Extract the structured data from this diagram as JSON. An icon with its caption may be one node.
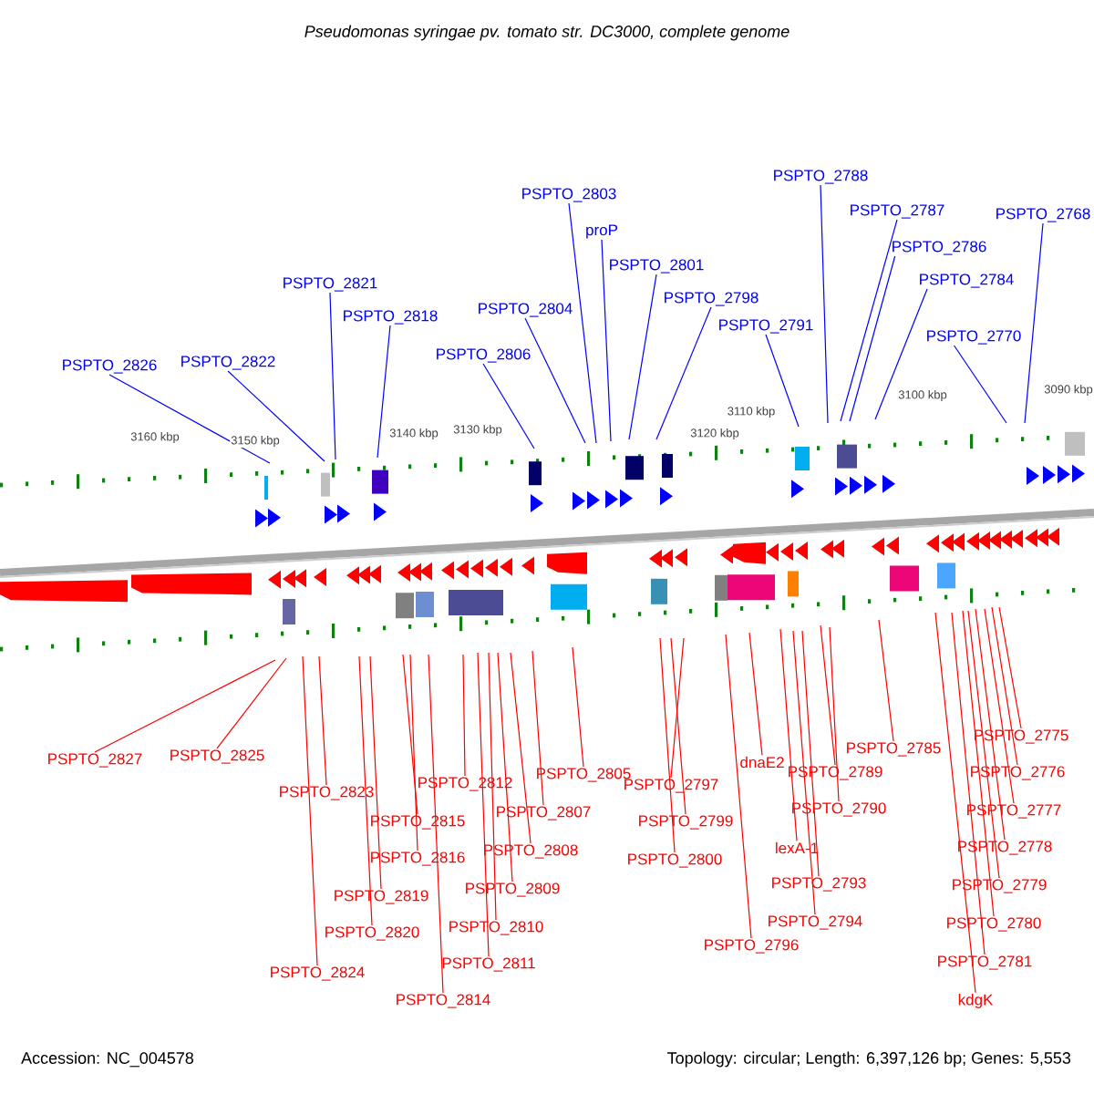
{
  "diagram": {
    "title": "Pseudomonas syringae pv. tomato str. DC3000, complete genome",
    "nodes": [
      {
        "text": [
          "PSPTO_2826"
        ]
      },
      {
        "text": [
          "PSPTO_2822"
        ]
      },
      {
        "text": [
          "PSPTO_2821"
        ]
      },
      {
        "text": [
          "PSPTO_2818"
        ]
      },
      {
        "text": [
          "PSPTO_2806"
        ]
      },
      {
        "text": [
          "PSPTO_2803"
        ]
      },
      {
        "text": [
          "proP"
        ]
      },
      {
        "text": [
          "PSPTO_2801"
        ]
      },
      {
        "text": [
          "PSPTO_2804"
        ]
      },
      {
        "text": [
          "PSPTO_2798"
        ]
      },
      {
        "text": [
          "PSPTO_2791"
        ]
      },
      {
        "text": [
          "PSPTO_2788"
        ]
      },
      {
        "text": [
          "PSPTO_2787"
        ]
      },
      {
        "text": [
          "PSPTO_2786"
        ]
      },
      {
        "text": [
          "PSPTO_2784"
        ]
      },
      {
        "text": [
          "PSPTO_2770"
        ]
      },
      {
        "text": [
          "PSPTO_2768"
        ]
      },
      {
        "text": [
          "PSPTO_2827"
        ]
      },
      {
        "text": [
          "PSPTO_2825"
        ]
      },
      {
        "text": [
          "PSPTO_2823"
        ]
      },
      {
        "text": [
          "PSPTO_2824"
        ]
      },
      {
        "text": [
          "PSPTO_2812"
        ]
      },
      {
        "text": [
          "PSPTO_2815"
        ]
      },
      {
        "text": [
          "PSPTO_2816"
        ]
      },
      {
        "text": [
          "PSPTO_2819"
        ]
      },
      {
        "text": [
          "PSPTO_2820"
        ]
      },
      {
        "text": [
          "PSPTO_2814"
        ]
      },
      {
        "text": [
          "PSPTO_2811"
        ]
      },
      {
        "text": [
          "PSPTO_2810"
        ]
      },
      {
        "text": [
          "PSPTO_2809"
        ]
      },
      {
        "text": [
          "PSPTO_2808"
        ]
      },
      {
        "text": [
          "PSPTO_2807"
        ]
      },
      {
        "text": [
          "PSPTO_2805"
        ]
      },
      {
        "text": [
          "PSPTO_2797"
        ]
      },
      {
        "text": [
          "PSPTO_2799"
        ]
      },
      {
        "text": [
          "PSPTO_2800"
        ]
      },
      {
        "text": [
          "PSPTO_2796"
        ]
      },
      {
        "text": [
          "dnaE2"
        ]
      },
      {
        "text": [
          "PSPTO_2794"
        ]
      },
      {
        "text": [
          "PSPTO_2793"
        ]
      },
      {
        "text": [
          "lexA-1"
        ]
      },
      {
        "text": [
          "PSPTO_2790"
        ]
      },
      {
        "text": [
          "PSPTO_2789"
        ]
      },
      {
        "text": [
          "PSPTO_2785"
        ]
      },
      {
        "text": [
          "PSPTO_2775"
        ]
      },
      {
        "text": [
          "PSPTO_2776"
        ]
      },
      {
        "text": [
          "PSPTO_2777"
        ]
      },
      {
        "text": [
          "PSPTO_2778"
        ]
      },
      {
        "text": [
          "PSPTO_2779"
        ]
      },
      {
        "text": [
          "PSPTO_2780"
        ]
      },
      {
        "text": [
          "PSPTO_2781"
        ]
      },
      {
        "text": [
          "kdgK"
        ]
      }
    ],
    "edges": [
      {
        "from": 0,
        "to": null,
        "arrow": "none",
        "color": "#0000ff"
      },
      {
        "from": 1,
        "to": null,
        "arrow": "none",
        "color": "#0000ff"
      },
      {
        "from": 2,
        "to": null,
        "arrow": "none",
        "color": "#0000ff"
      },
      {
        "from": 3,
        "to": null,
        "arrow": "none",
        "color": "#0000ff"
      },
      {
        "from": 4,
        "to": null,
        "arrow": "none",
        "color": "#0000ff"
      },
      {
        "from": 5,
        "to": null,
        "arrow": "none",
        "color": "#0000ff"
      },
      {
        "from": 6,
        "to": null,
        "arrow": "none",
        "color": "#0000ff"
      },
      {
        "from": 7,
        "to": null,
        "arrow": "none",
        "color": "#0000ff"
      },
      {
        "from": 8,
        "to": null,
        "arrow": "none",
        "color": "#0000ff"
      },
      {
        "from": 9,
        "to": null,
        "arrow": "none",
        "color": "#0000ff"
      },
      {
        "from": 10,
        "to": null,
        "arrow": "none",
        "color": "#0000ff"
      },
      {
        "from": 11,
        "to": null,
        "arrow": "none",
        "color": "#0000ff"
      },
      {
        "from": 12,
        "to": null,
        "arrow": "none",
        "color": "#0000ff"
      },
      {
        "from": 13,
        "to": null,
        "arrow": "none",
        "color": "#0000ff"
      },
      {
        "from": 14,
        "to": null,
        "arrow": "none",
        "color": "#0000ff"
      },
      {
        "from": 15,
        "to": null,
        "arrow": "none",
        "color": "#0000ff"
      },
      {
        "from": 16,
        "to": null,
        "arrow": "none",
        "color": "#0000ff"
      },
      {
        "from": 17,
        "to": null,
        "arrow": "none"
      },
      {
        "from": 18,
        "to": null,
        "arrow": "none"
      },
      {
        "from": 19,
        "to": null,
        "arrow": "none"
      },
      {
        "from": 20,
        "to": null,
        "arrow": "none"
      },
      {
        "from": 21,
        "to": null,
        "arrow": "none"
      },
      {
        "from": 22,
        "to": null,
        "arrow": "none"
      },
      {
        "from": 23,
        "to": null,
        "arrow": "none"
      },
      {
        "from": 24,
        "to": null,
        "arrow": "none"
      },
      {
        "from": 25,
        "to": null,
        "arrow": "none"
      },
      {
        "from": 26,
        "to": null,
        "arrow": "none"
      },
      {
        "from": 27,
        "to": null,
        "arrow": "none"
      },
      {
        "from": 28,
        "to": null,
        "arrow": "none"
      },
      {
        "from": 29,
        "to": null,
        "arrow": "none"
      },
      {
        "from": 30,
        "to": null,
        "arrow": "none"
      },
      {
        "from": 31,
        "to": null,
        "arrow": "none"
      },
      {
        "from": 32,
        "to": null,
        "arrow": "none"
      },
      {
        "from": 33,
        "to": null,
        "arrow": "none"
      },
      {
        "from": 34,
        "to": null,
        "arrow": "none"
      },
      {
        "from": 35,
        "to": null,
        "arrow": "none"
      },
      {
        "from": 36,
        "to": null,
        "arrow": "none"
      },
      {
        "from": 37,
        "to": null,
        "arrow": "none"
      },
      {
        "from": 38,
        "to": null,
        "arrow": "none"
      },
      {
        "from": 39,
        "to": null,
        "arrow": "none"
      },
      {
        "from": 40,
        "to": null,
        "arrow": "none"
      },
      {
        "from": 41,
        "to": null,
        "arrow": "none"
      },
      {
        "from": 42,
        "to": null,
        "arrow": "none"
      },
      {
        "from": 43,
        "to": null,
        "arrow": "none"
      },
      {
        "from": 44,
        "to": null,
        "arrow": "none"
      },
      {
        "from": 45,
        "to": null,
        "arrow": "none"
      },
      {
        "from": 46,
        "to": null,
        "arrow": "none"
      },
      {
        "from": 47,
        "to": null,
        "arrow": "none"
      },
      {
        "from": 48,
        "to": null,
        "arrow": "none"
      },
      {
        "from": 49,
        "to": null,
        "arrow": "none"
      },
      {
        "from": 50,
        "to": null,
        "arrow": "none"
      },
      {
        "from": 51,
        "to": null,
        "arrow": "none"
      }
    ],
    "labels": [
      "3160 kbp",
      "3150 kbp",
      "3140 kbp",
      "3130 kbp",
      "3120 kbp",
      "3110 kbp",
      "3100 kbp",
      "3090 kbp",
      "Accession: NC_004578",
      "Topology: circular; Length: 6,397,126 bp; Genes: 5,553"
    ]
  }
}
